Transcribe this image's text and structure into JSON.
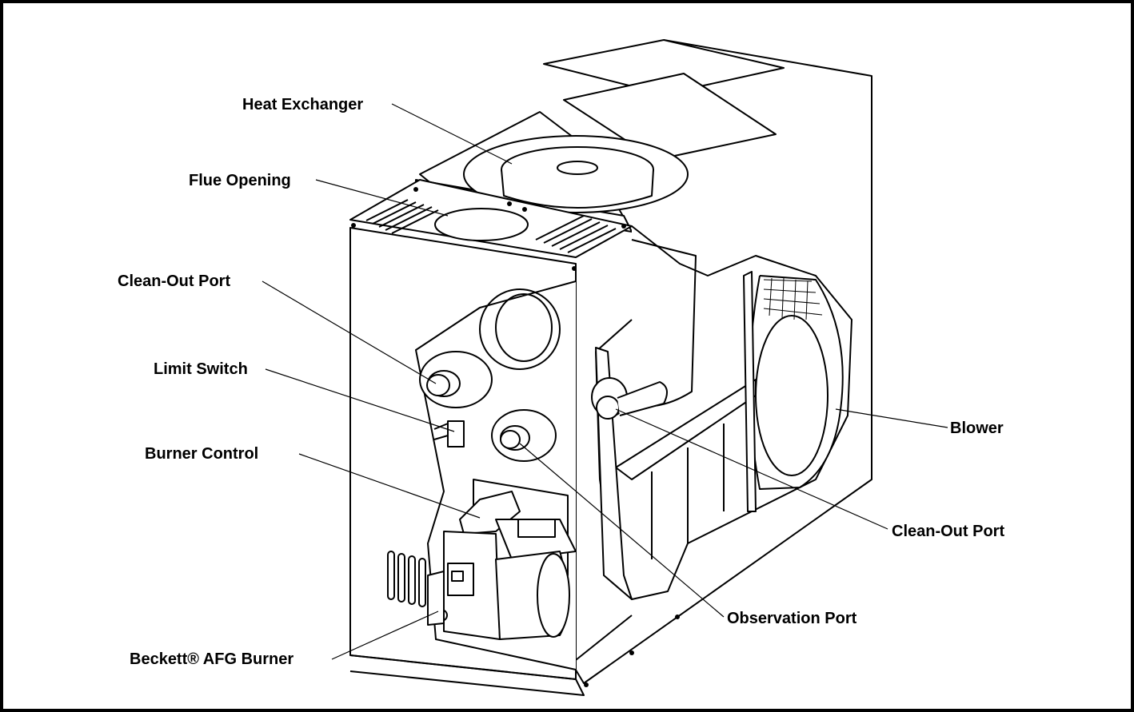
{
  "labels": {
    "heat_exchanger": "Heat Exchanger",
    "flue_opening": "Flue Opening",
    "clean_out_port_left": "Clean-Out Port",
    "limit_switch": "Limit Switch",
    "burner_control": "Burner Control",
    "beckett_burner": "Beckett® AFG Burner",
    "blower": "Blower",
    "clean_out_port_right": "Clean-Out Port",
    "observation_port": "Observation Port"
  }
}
